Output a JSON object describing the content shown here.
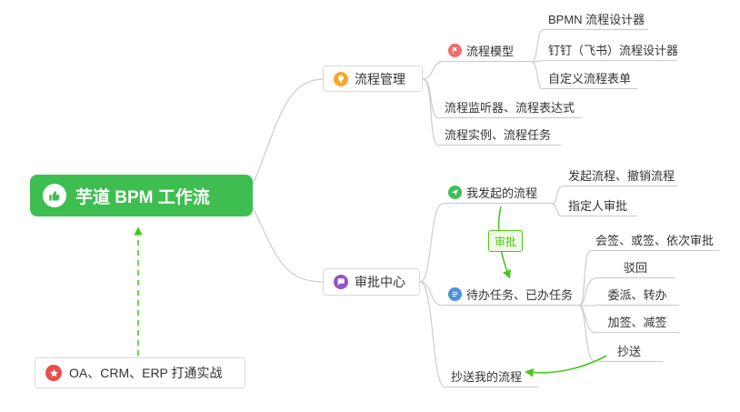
{
  "colors": {
    "root_bg": "#3ebe50",
    "connector_line": "#cccccc",
    "relation_arrow_green": "#4bc425",
    "icon_orange": "#f7a825",
    "icon_red": "#f56a6a",
    "icon_green": "#3fbf5a",
    "icon_blue": "#4a90e2",
    "icon_purple": "#9353c9",
    "icon_star_red": "#e8504a"
  },
  "root": {
    "label": "芋道 BPM 工作流",
    "icon": "thumbs-up-icon"
  },
  "note": {
    "label": "OA、CRM、ERP 打通实战",
    "icon": "star-icon"
  },
  "relation": {
    "label": "审批"
  },
  "branch1": {
    "label": "流程管理",
    "icon": "lightbulb-icon",
    "model": {
      "label": "流程模型",
      "icon": "flag-icon"
    },
    "model_children": {
      "bpmn": "BPMN 流程设计器",
      "dingtalk": "钉钉（飞书）流程设计器",
      "custom": "自定义流程表单"
    },
    "listener": "流程监听器、流程表达式",
    "instance": "流程实例、流程任务"
  },
  "branch2": {
    "label": "审批中心",
    "icon": "chat-bubble-icon",
    "my_initiated": {
      "label": "我发起的流程",
      "icon": "paper-plane-icon"
    },
    "my_initiated_children": {
      "initiate": "发起流程、撤销流程",
      "assignee": "指定人审批"
    },
    "tasks": {
      "label": "待办任务、已办任务",
      "icon": "list-icon"
    },
    "tasks_children": {
      "countersign": "会签、或签、依次审批",
      "reject": "驳回",
      "delegate": "委派、转办",
      "addsign": "加签、减签",
      "cc": "抄送"
    },
    "cc_my": "抄送我的流程"
  }
}
